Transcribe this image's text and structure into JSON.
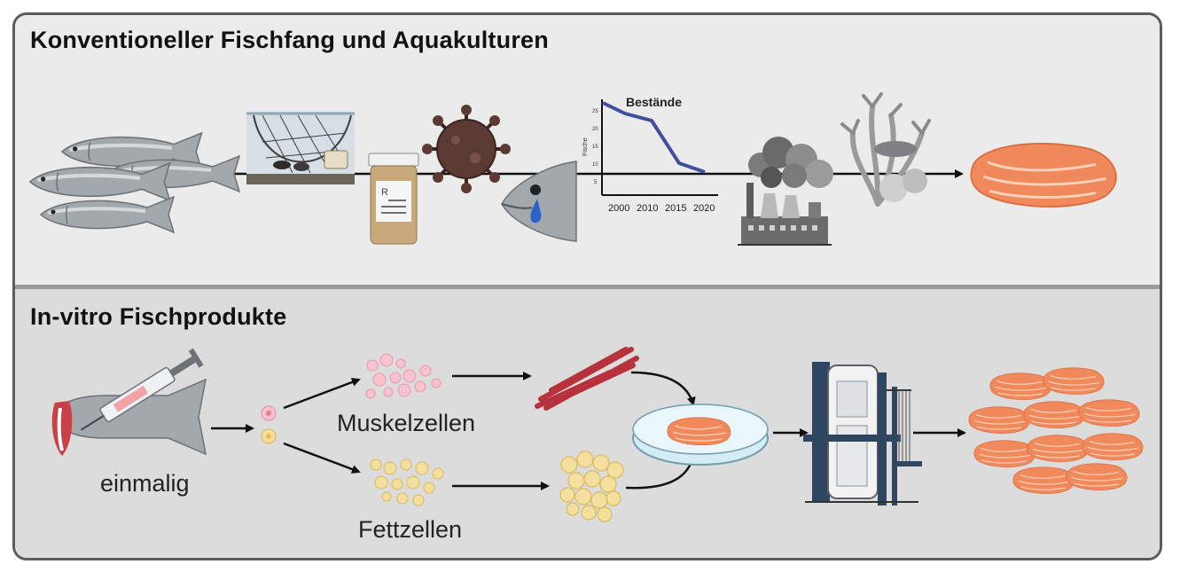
{
  "sections": {
    "top": {
      "title": "Konventioneller Fischfang und Aquakulturen",
      "mini_chart": {
        "title": "Bestände",
        "ylabel": "Fische",
        "yticks": [
          "25",
          "20",
          "15",
          "10",
          "5"
        ],
        "xticks": [
          "2000",
          "2010",
          "2015",
          "2020"
        ]
      }
    },
    "bottom": {
      "title": "In-vitro Fischprodukte",
      "labels": {
        "once": "einmalig",
        "muscle": "Muskelzellen",
        "fat": "Fettzellen"
      }
    }
  },
  "colors": {
    "salmon": "#f2875a",
    "fish_gray": "#9ea3a8",
    "virus": "#5a3a33",
    "chart_line": "#3e4f9e",
    "muscle_red": "#b8323d",
    "fat_yellow": "#f2dc9a",
    "muscle_pink": "#f3b6c4"
  },
  "icons": [
    "fish-school-icon",
    "fishing-net-icon",
    "pill-bottle-icon",
    "virus-icon",
    "crying-fish-icon",
    "line-chart-icon",
    "factory-pollution-icon",
    "dead-coral-icon",
    "salmon-fillet-icon",
    "fish-biopsy-syringe-icon",
    "stem-cells-icon",
    "muscle-cells-icon",
    "muscle-fibers-icon",
    "fat-cells-icon",
    "fat-cluster-icon",
    "petri-dish-icon",
    "bioreactor-icon",
    "salmon-fillets-pile-icon"
  ]
}
